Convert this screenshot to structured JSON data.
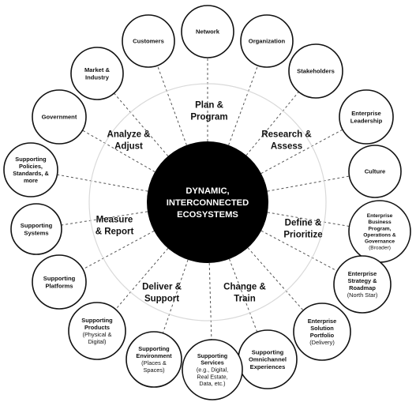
{
  "colors": {
    "ring": "#d9d9d9",
    "spoke": "#555555",
    "node_stroke": "#111111",
    "center_fill": "#000000",
    "center_text": "#ffffff"
  },
  "center": {
    "lines": [
      "DYNAMIC,",
      "INTERCONNECTED",
      "ECOSYSTEMS"
    ]
  },
  "phases": [
    {
      "id": "plan",
      "lines": [
        "Plan &",
        "Program"
      ]
    },
    {
      "id": "research",
      "lines": [
        "Research &",
        "Assess"
      ]
    },
    {
      "id": "define",
      "lines": [
        "Define &",
        "Prioritize"
      ]
    },
    {
      "id": "change",
      "lines": [
        "Change &",
        "Train"
      ]
    },
    {
      "id": "deliver",
      "lines": [
        "Deliver &",
        "Support"
      ]
    },
    {
      "id": "measure",
      "lines": [
        "Measure",
        "& Report"
      ]
    },
    {
      "id": "analyze",
      "lines": [
        "Analyze &",
        "Adjust"
      ]
    }
  ],
  "nodes": [
    {
      "id": "network",
      "lines": [
        "Network"
      ],
      "sub": []
    },
    {
      "id": "organization",
      "lines": [
        "Organization"
      ],
      "sub": []
    },
    {
      "id": "stakeholders",
      "lines": [
        "Stakeholders"
      ],
      "sub": []
    },
    {
      "id": "enterprise-leadership",
      "lines": [
        "Enterprise",
        "Leadership"
      ],
      "sub": []
    },
    {
      "id": "culture",
      "lines": [
        "Culture"
      ],
      "sub": []
    },
    {
      "id": "enterprise-business-program",
      "lines": [
        "Enterprise",
        "Business",
        "Program,",
        "Operations &",
        "Governance"
      ],
      "sub": [
        "(Broader)"
      ]
    },
    {
      "id": "enterprise-strategy-roadmap",
      "lines": [
        "Enterprise",
        "Strategy &",
        "Roadmap"
      ],
      "sub": [
        "(North Star)"
      ]
    },
    {
      "id": "enterprise-solution-portfolio",
      "lines": [
        "Enterprise",
        "Solution",
        "Portfolio"
      ],
      "sub": [
        "(Delivery)"
      ]
    },
    {
      "id": "supporting-omnichannel-experiences",
      "lines": [
        "Supporting",
        "Omnichannel",
        "Experiences"
      ],
      "sub": []
    },
    {
      "id": "supporting-services",
      "lines": [
        "Supporting",
        "Services"
      ],
      "sub": [
        "(e.g., Digital,",
        "Real Estate,",
        "Data, etc.)"
      ]
    },
    {
      "id": "supporting-environment",
      "lines": [
        "Supporting",
        "Environment"
      ],
      "sub": [
        "(Places &",
        "Spaces)"
      ]
    },
    {
      "id": "supporting-products",
      "lines": [
        "Supporting",
        "Products"
      ],
      "sub": [
        "(Physical &",
        "Digital)"
      ]
    },
    {
      "id": "supporting-platforms",
      "lines": [
        "Supporting",
        "Platforms"
      ],
      "sub": []
    },
    {
      "id": "supporting-systems",
      "lines": [
        "Supporting",
        "Systems"
      ],
      "sub": []
    },
    {
      "id": "supporting-policies",
      "lines": [
        "Supporting",
        "Policies,",
        "Standards, &",
        "more"
      ],
      "sub": []
    },
    {
      "id": "government",
      "lines": [
        "Government"
      ],
      "sub": []
    },
    {
      "id": "market-industry",
      "lines": [
        "Market &",
        "Industry"
      ],
      "sub": []
    },
    {
      "id": "customers",
      "lines": [
        "Customers"
      ],
      "sub": []
    }
  ]
}
